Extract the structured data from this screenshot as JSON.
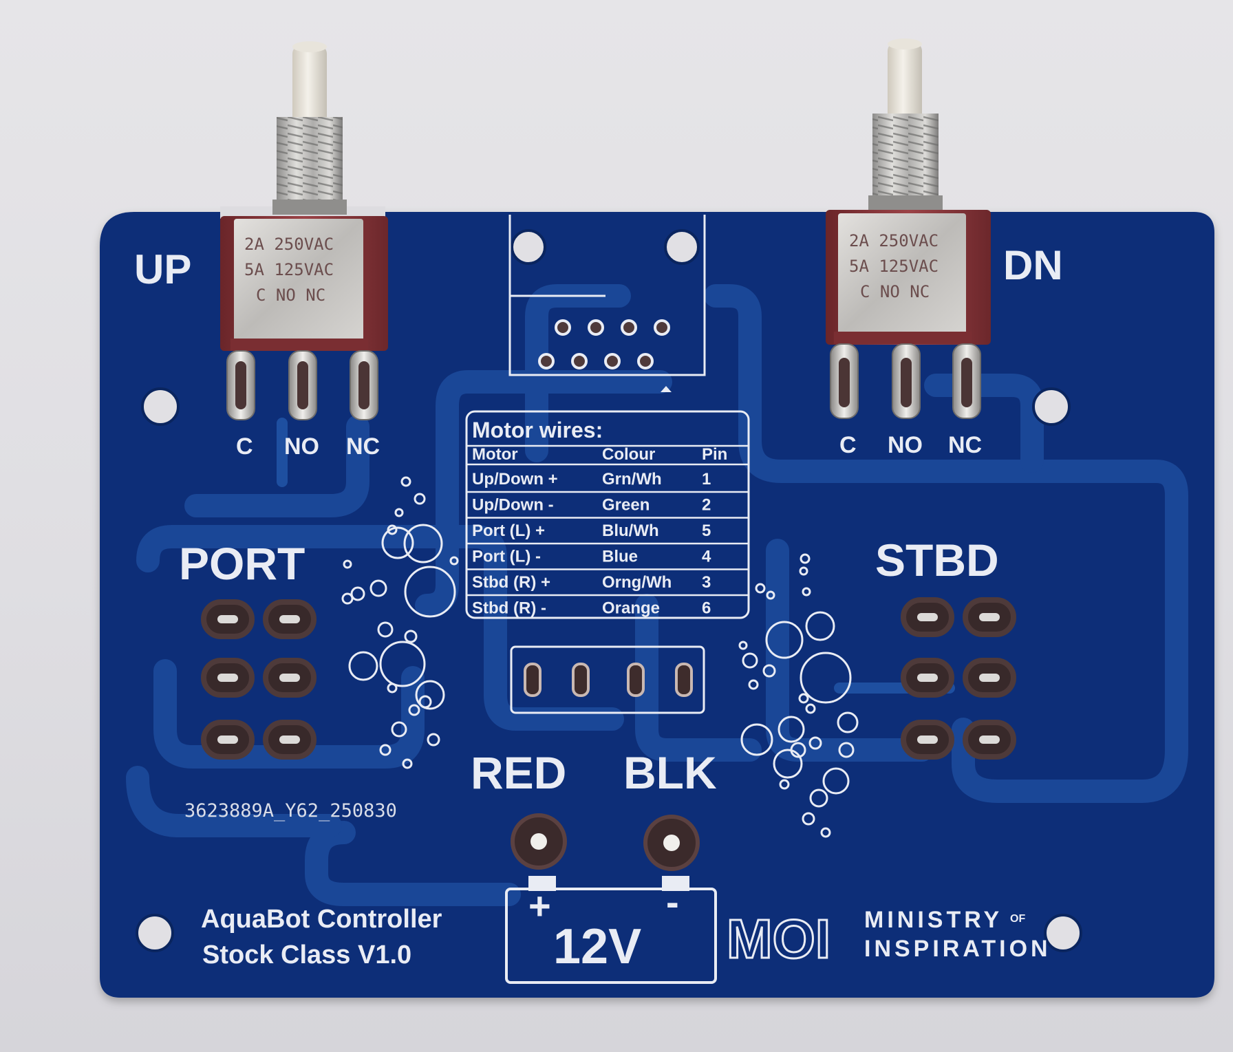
{
  "board": {
    "switch_left_label": "UP",
    "switch_right_label": "DN",
    "switch_rating_lines": [
      "2A 250VAC",
      "5A 125VAC",
      "C  NO  NC"
    ],
    "pin_labels": [
      "C",
      "NO",
      "NC"
    ],
    "port_label": "PORT",
    "stbd_label": "STBD",
    "red_label": "RED",
    "blk_label": "BLK",
    "voltage_label": "12V",
    "plus_sign": "+",
    "minus_sign": "-",
    "part_code": "3623889A_Y62_250830",
    "product_line1": "AquaBot Controller",
    "product_line2": "Stock Class V1.0",
    "brand_mark": "MOI",
    "brand_line1": "MINISTRY",
    "brand_of": "OF",
    "brand_line2": "INSPIRATION"
  },
  "wire_table": {
    "title": "Motor wires:",
    "headers": [
      "Motor",
      "Colour",
      "Pin"
    ],
    "rows": [
      [
        "Up/Down +",
        "Grn/Wh",
        "1"
      ],
      [
        "Up/Down -",
        "Green",
        "2"
      ],
      [
        "Port (L) +",
        "Blu/Wh",
        "5"
      ],
      [
        "Port (L) -",
        "Blue",
        "4"
      ],
      [
        "Stbd (R) +",
        "Orng/Wh",
        "3"
      ],
      [
        "Stbd (R) -",
        "Orange",
        "6"
      ]
    ]
  },
  "colors": {
    "background": "#e3e2e6",
    "pcb_blue": "#0c2e78",
    "trace_blue": "#1a4797",
    "silkscreen": "#e9ecf4",
    "switch_red": "#8e3a3e",
    "metal": "#c6c5c4"
  }
}
